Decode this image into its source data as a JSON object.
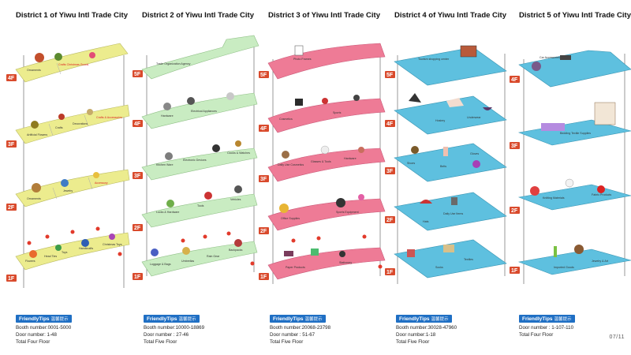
{
  "districts": [
    {
      "title": "District 1 of Yiwu Intl Trade City",
      "floors": [
        "4F",
        "3F",
        "2F",
        "1F"
      ],
      "color": "#ecec8e",
      "zones": {
        "4F": [
          "Ornaments",
          "Crafts Christmas Goods"
        ],
        "3F": [
          "Artificial Flowers",
          "Crafts",
          "Decorations",
          "Crafts & Accessories"
        ],
        "2F": [
          "Ornaments",
          "Jewelry",
          "Accessory"
        ],
        "1F": [
          "Flowers",
          "Head Ties",
          "Toys",
          "Handicrafts",
          "Christmas Toys"
        ]
      },
      "tips_title": "FriendlyTips",
      "tips_cn": "温馨提示",
      "tips": [
        "Booth number:0001-5000",
        "Door number: 1-48",
        "Total Four Floor"
      ]
    },
    {
      "title": "District 2 of Yiwu Intl Trade City",
      "floors": [
        "5F",
        "4F",
        "3F",
        "2F",
        "1F"
      ],
      "color": "#c9ecc2",
      "zones": {
        "5F": [
          "Trade Organization Agency"
        ],
        "4F": [
          "Hardware",
          "Electrical Appliances"
        ],
        "3F": [
          "Kitchen Ware",
          "Electronic Devices",
          "Clocks & Watches"
        ],
        "2F": [
          "Locks & Hardware",
          "Tools",
          "Vehicles"
        ],
        "1F": [
          "Luggage & Bags",
          "Umbrellas",
          "Rain Gear",
          "Backpacks"
        ]
      },
      "tips_title": "FriendlyTips",
      "tips_cn": "温馨提示",
      "tips": [
        "Booth number:10000-18869",
        "Door number : 27-46",
        "Total Five Floor"
      ]
    },
    {
      "title": "District 3 of Yiwu Intl Trade City",
      "floors": [
        "5F",
        "4F",
        "3F",
        "2F",
        "1F"
      ],
      "color": "#ee7b96",
      "zones": {
        "5F": [
          "Photo Frames"
        ],
        "4F": [
          "Cosmetics",
          "Sports"
        ],
        "3F": [
          "Daily Use Cosmetics",
          "Glasses & Tools",
          "Hardware"
        ],
        "2F": [
          "Office Supplies",
          "Sports Equipment"
        ],
        "1F": [
          "Paper Products",
          "Stationery"
        ]
      },
      "tips_title": "FriendlyTips",
      "tips_cn": "温馨提示",
      "tips": [
        "Booth number:20068-23798",
        "Door number : 51-67",
        "Total Five Floor"
      ]
    },
    {
      "title": "District 4 of Yiwu Intl Trade City",
      "floors": [
        "5F",
        "4F",
        "3F",
        "2F",
        "1F"
      ],
      "color": "#5ec0df",
      "zones": {
        "5F": [
          "Tourism shopping center"
        ],
        "4F": [
          "Hosiery",
          "Underwear"
        ],
        "3F": [
          "Shoes",
          "Belts",
          "Gloves"
        ],
        "2F": [
          "Daily Use Items",
          "Hats"
        ],
        "1F": [
          "Socks",
          "Textiles"
        ]
      },
      "tips_title": "FriendlyTips",
      "tips_cn": "温馨提示",
      "tips": [
        "Booth number:30028-47960",
        "Door number:1-18",
        "Total Five Floor"
      ]
    },
    {
      "title": "District 5 of Yiwu Intl Trade City",
      "floors": [
        "4F",
        "3F",
        "2F",
        "1F"
      ],
      "color": "#5ec0df",
      "zones": {
        "4F": [
          "Car Accessories"
        ],
        "3F": [
          "Bedding Textile Supplies"
        ],
        "2F": [
          "Knitting Materials",
          "Fabric Products"
        ],
        "1F": [
          "Imported Goods",
          "Jewelry & Art"
        ]
      },
      "tips_title": "FriendlyTips",
      "tips_cn": "温馨提示",
      "tips": [
        "Door number : 1-107-110",
        "Total Four Floor"
      ]
    }
  ],
  "page_number": "07/11"
}
